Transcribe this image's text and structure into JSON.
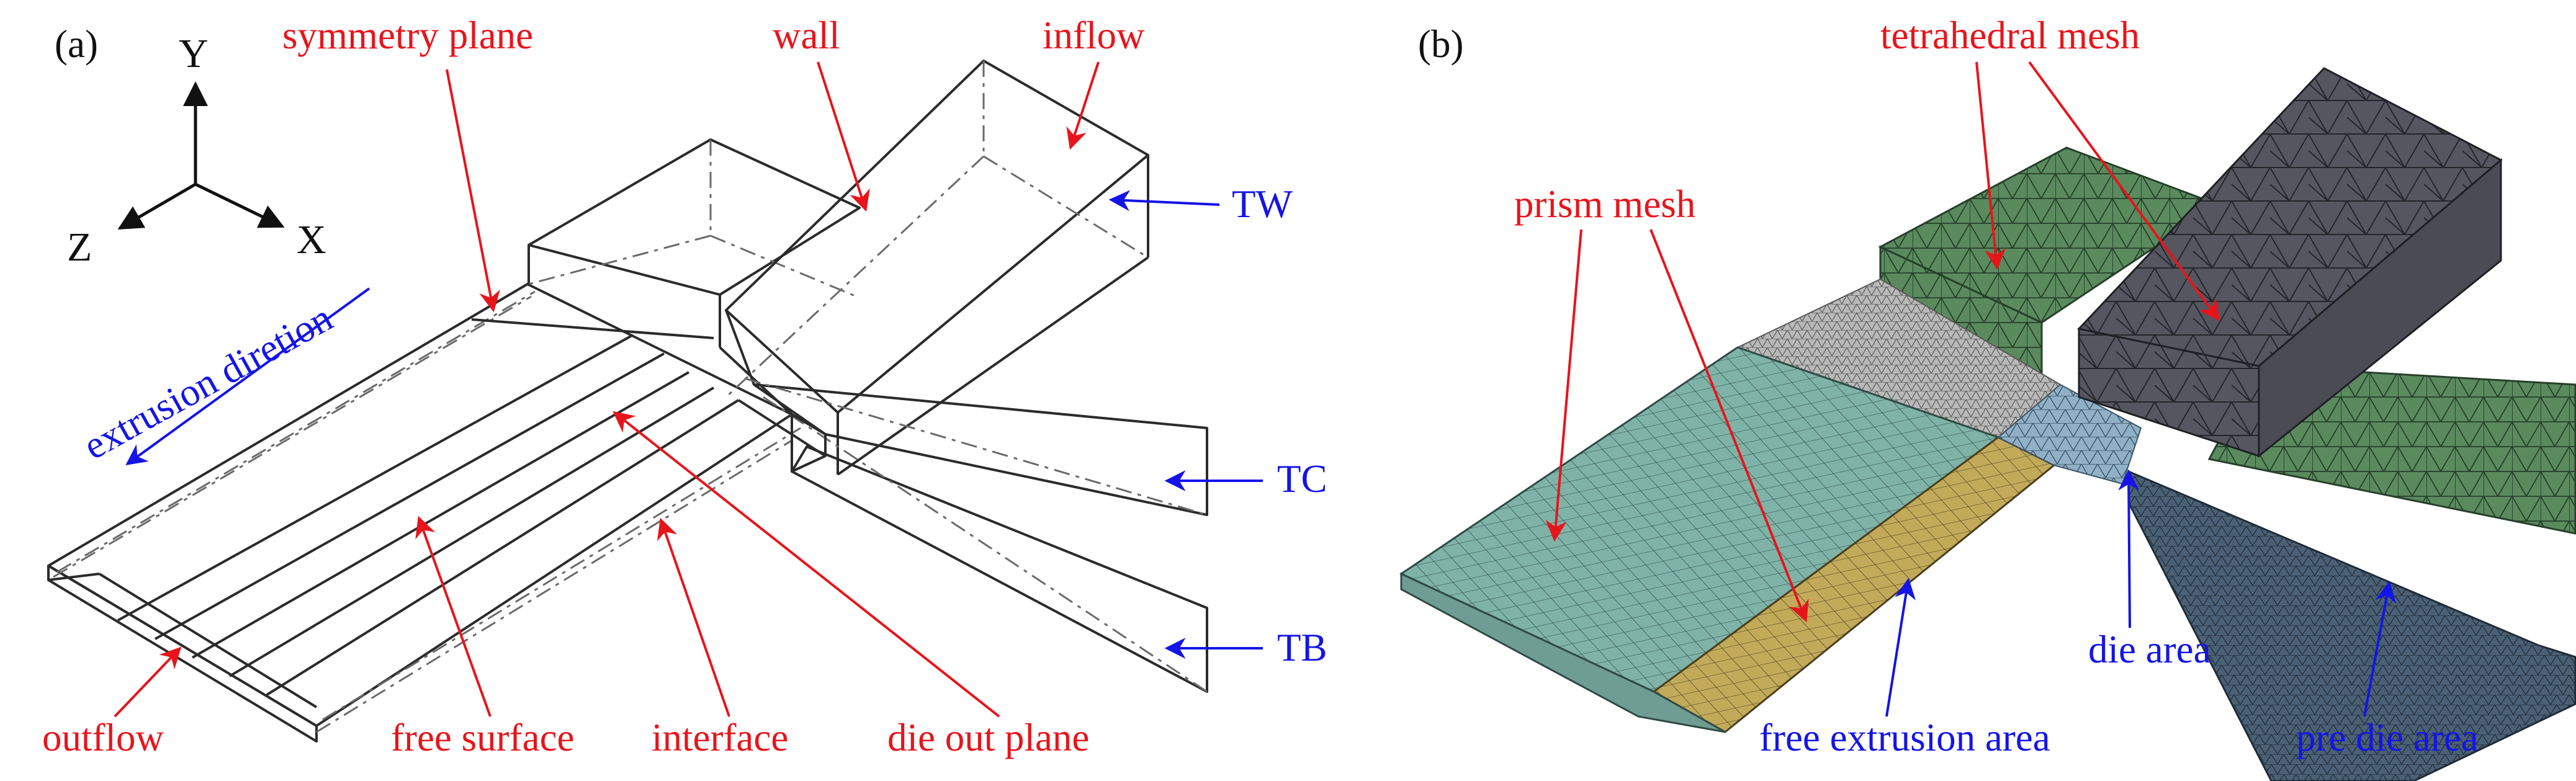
{
  "panel_a": {
    "tag": "(a)",
    "axes": {
      "y": "Y",
      "z": "Z",
      "x": "X"
    },
    "labels": {
      "symmetry_plane": "symmetry plane",
      "wall": "wall",
      "inflow": "inflow",
      "tw": "TW",
      "tc": "TC",
      "tb": "TB",
      "extrusion_direction": "extrusion diretion",
      "outflow": "outflow",
      "free_surface": "free surface",
      "interface": "interface",
      "die_out_plane": "die out plane"
    }
  },
  "panel_b": {
    "tag": "(b)",
    "labels": {
      "tetrahedral_mesh": "tetrahedral mesh",
      "prism_mesh": "prism mesh",
      "die_area": "die area",
      "free_extrusion_area": "free extrusion area",
      "pre_die_area": "pre die area"
    }
  },
  "colors": {
    "red_label": "#e8141b",
    "blue_label": "#1414e8",
    "teal_mesh": "#7fb3a8",
    "yellow_mesh": "#c2aa5a",
    "green_mesh": "#5a8a5e",
    "dark_mesh": "#55565f",
    "grey_mesh": "#b9b9b9",
    "pale_blue_mesh": "#8fb0c6",
    "slate_mesh": "#4a6075"
  }
}
